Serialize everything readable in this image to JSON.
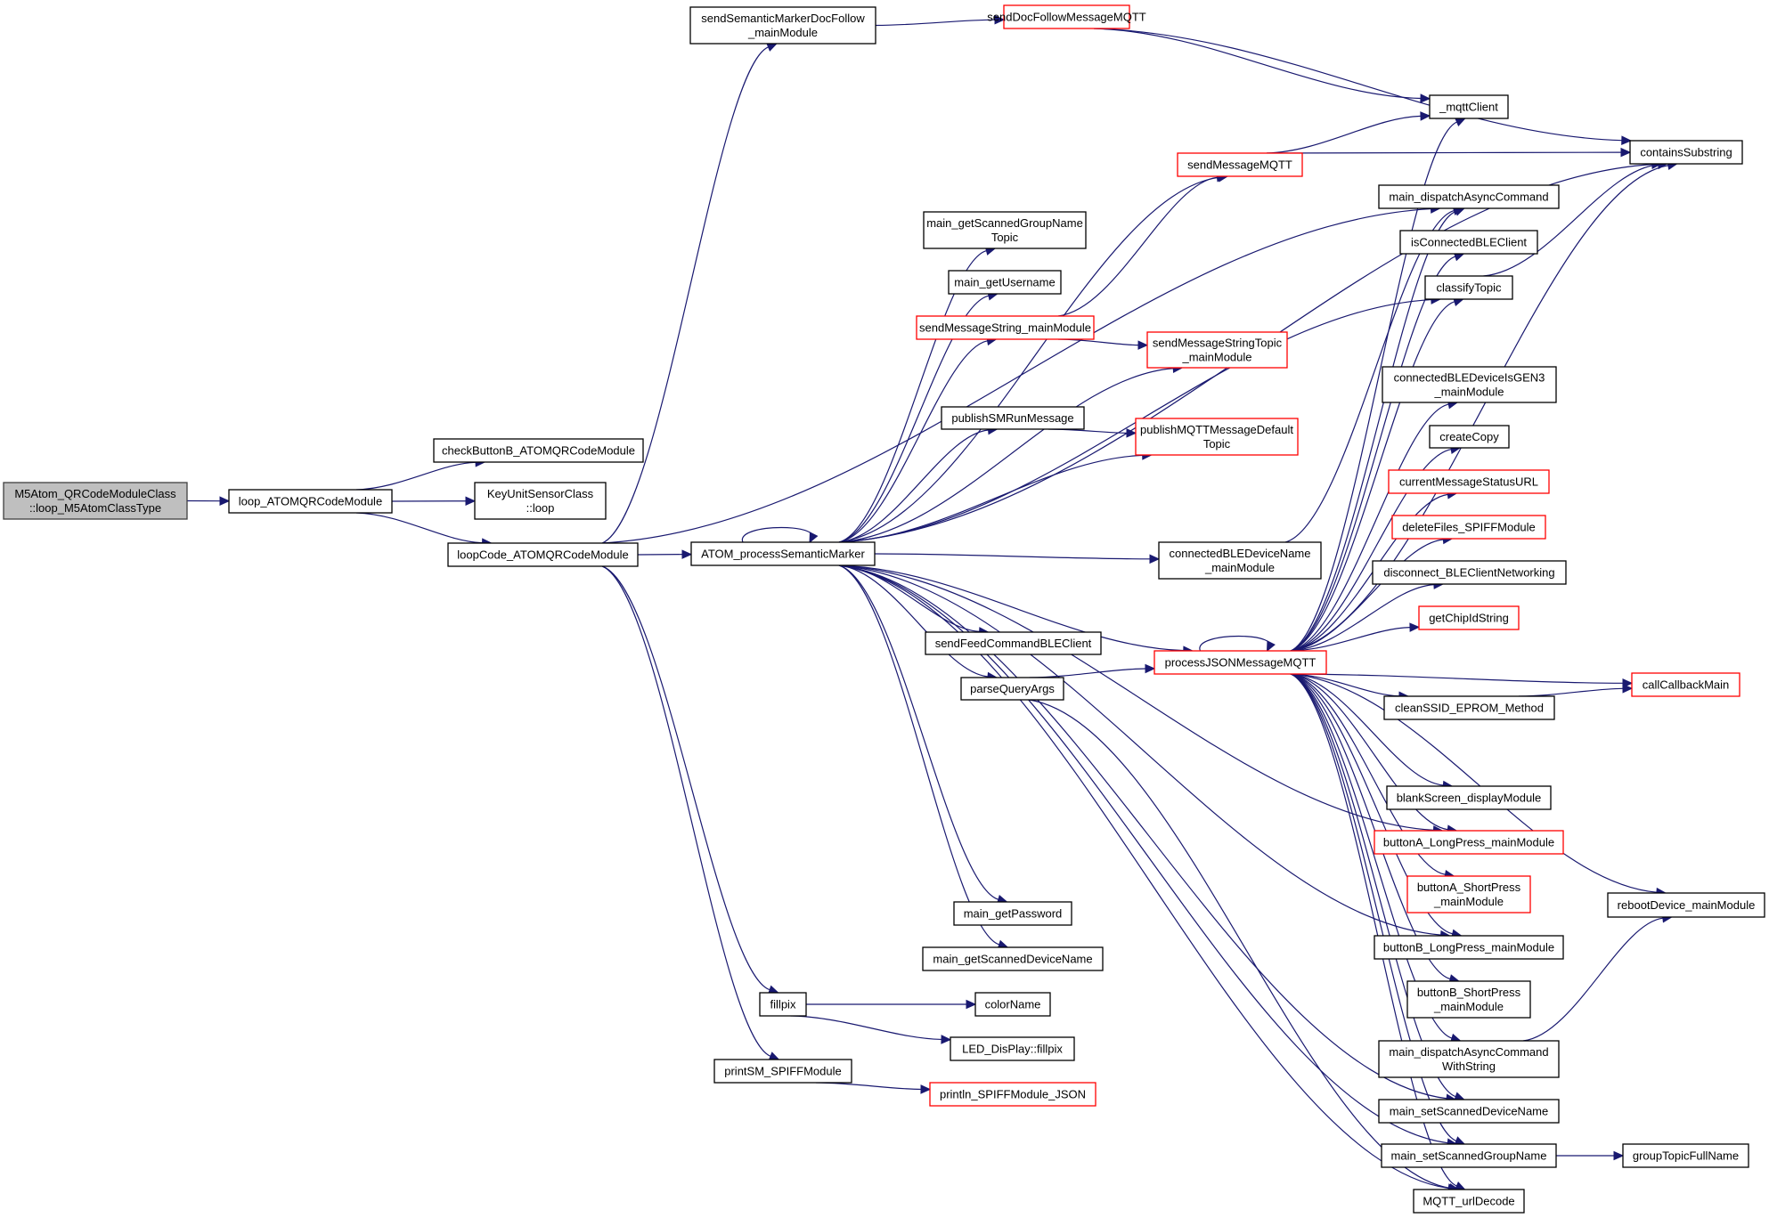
{
  "diagram": {
    "type": "doxygen-call-graph",
    "colors": {
      "edge": "#191970",
      "truncated_border": "#ff0000",
      "node_border": "#000000",
      "root_fill": "#bfbfbf"
    },
    "nodes": [
      {
        "id": "root",
        "lines": [
          "M5Atom_QRCodeModuleClass",
          "::loop_M5AtomClassType"
        ],
        "root": true
      },
      {
        "id": "loop_ATOMQRCodeModule",
        "lines": [
          "loop_ATOMQRCodeModule"
        ]
      },
      {
        "id": "checkButtonB_ATOMQRCodeModule",
        "lines": [
          "checkButtonB_ATOMQRCodeModule"
        ]
      },
      {
        "id": "KeyUnitSensorClass_loop",
        "lines": [
          "KeyUnitSensorClass",
          "::loop"
        ]
      },
      {
        "id": "loopCode_ATOMQRCodeModule",
        "lines": [
          "loopCode_ATOMQRCodeModule"
        ]
      },
      {
        "id": "sendSemanticMarkerDocFollow_mainModule",
        "lines": [
          "sendSemanticMarkerDocFollow",
          "_mainModule"
        ]
      },
      {
        "id": "sendDocFollowMessageMQTT",
        "lines": [
          "sendDocFollowMessageMQTT"
        ],
        "truncated": true
      },
      {
        "id": "ATOM_processSemanticMarker",
        "lines": [
          "ATOM_processSemanticMarker"
        ]
      },
      {
        "id": "sendMessageMQTT",
        "lines": [
          "sendMessageMQTT"
        ],
        "truncated": true
      },
      {
        "id": "main_getScannedGroupNameTopic",
        "lines": [
          "main_getScannedGroupName",
          "Topic"
        ]
      },
      {
        "id": "main_getUsername",
        "lines": [
          "main_getUsername"
        ]
      },
      {
        "id": "sendMessageString_mainModule",
        "lines": [
          "sendMessageString_mainModule"
        ],
        "truncated": true
      },
      {
        "id": "sendMessageStringTopic_mainModule",
        "lines": [
          "sendMessageStringTopic",
          "_mainModule"
        ],
        "truncated": true
      },
      {
        "id": "publishSMRunMessage",
        "lines": [
          "publishSMRunMessage"
        ]
      },
      {
        "id": "publishMQTTMessageDefaultTopic",
        "lines": [
          "publishMQTTMessageDefault",
          "Topic"
        ],
        "truncated": true
      },
      {
        "id": "connectedBLEDeviceName_mainModule",
        "lines": [
          "connectedBLEDeviceName",
          "_mainModule"
        ]
      },
      {
        "id": "sendFeedCommandBLEClient",
        "lines": [
          "sendFeedCommandBLEClient"
        ]
      },
      {
        "id": "parseQueryArgs",
        "lines": [
          "parseQueryArgs"
        ]
      },
      {
        "id": "processJSONMessageMQTT",
        "lines": [
          "processJSONMessageMQTT"
        ],
        "truncated": true
      },
      {
        "id": "main_getPassword",
        "lines": [
          "main_getPassword"
        ]
      },
      {
        "id": "main_getScannedDeviceName",
        "lines": [
          "main_getScannedDeviceName"
        ]
      },
      {
        "id": "fillpix",
        "lines": [
          "fillpix"
        ]
      },
      {
        "id": "colorName",
        "lines": [
          "colorName"
        ]
      },
      {
        "id": "LED_DisPlay_fillpix",
        "lines": [
          "LED_DisPlay::fillpix"
        ]
      },
      {
        "id": "printSM_SPIFFModule",
        "lines": [
          "printSM_SPIFFModule"
        ]
      },
      {
        "id": "println_SPIFFModule_JSON",
        "lines": [
          "println_SPIFFModule_JSON"
        ],
        "truncated": true
      },
      {
        "id": "_mqttClient",
        "lines": [
          "_mqttClient"
        ]
      },
      {
        "id": "containsSubstring",
        "lines": [
          "containsSubstring"
        ]
      },
      {
        "id": "main_dispatchAsyncCommand",
        "lines": [
          "main_dispatchAsyncCommand"
        ]
      },
      {
        "id": "isConnectedBLEClient",
        "lines": [
          "isConnectedBLEClient"
        ]
      },
      {
        "id": "classifyTopic",
        "lines": [
          "classifyTopic"
        ]
      },
      {
        "id": "connectedBLEDeviceIsGEN3_mainModule",
        "lines": [
          "connectedBLEDeviceIsGEN3",
          "_mainModule"
        ]
      },
      {
        "id": "createCopy",
        "lines": [
          "createCopy"
        ]
      },
      {
        "id": "currentMessageStatusURL",
        "lines": [
          "currentMessageStatusURL"
        ],
        "truncated": true
      },
      {
        "id": "deleteFiles_SPIFFModule",
        "lines": [
          "deleteFiles_SPIFFModule"
        ],
        "truncated": true
      },
      {
        "id": "disconnect_BLEClientNetworking",
        "lines": [
          "disconnect_BLEClientNetworking"
        ]
      },
      {
        "id": "getChipIdString",
        "lines": [
          "getChipIdString"
        ],
        "truncated": true
      },
      {
        "id": "callCallbackMain",
        "lines": [
          "callCallbackMain"
        ],
        "truncated": true
      },
      {
        "id": "cleanSSID_EPROM_Method",
        "lines": [
          "cleanSSID_EPROM_Method"
        ]
      },
      {
        "id": "blankScreen_displayModule",
        "lines": [
          "blankScreen_displayModule"
        ]
      },
      {
        "id": "buttonA_LongPress_mainModule",
        "lines": [
          "buttonA_LongPress_mainModule"
        ],
        "truncated": true
      },
      {
        "id": "buttonA_ShortPress_mainModule",
        "lines": [
          "buttonA_ShortPress",
          "_mainModule"
        ],
        "truncated": true
      },
      {
        "id": "rebootDevice_mainModule",
        "lines": [
          "rebootDevice_mainModule"
        ]
      },
      {
        "id": "buttonB_LongPress_mainModule",
        "lines": [
          "buttonB_LongPress_mainModule"
        ]
      },
      {
        "id": "buttonB_ShortPress_mainModule",
        "lines": [
          "buttonB_ShortPress",
          "_mainModule"
        ]
      },
      {
        "id": "main_dispatchAsyncCommandWithString",
        "lines": [
          "main_dispatchAsyncCommand",
          "WithString"
        ]
      },
      {
        "id": "main_setScannedDeviceName",
        "lines": [
          "main_setScannedDeviceName"
        ]
      },
      {
        "id": "main_setScannedGroupName",
        "lines": [
          "main_setScannedGroupName"
        ]
      },
      {
        "id": "groupTopicFullName",
        "lines": [
          "groupTopicFullName"
        ]
      },
      {
        "id": "MQTT_urlDecode",
        "lines": [
          "MQTT_urlDecode"
        ]
      }
    ],
    "edges": [
      [
        "root",
        "loop_ATOMQRCodeModule"
      ],
      [
        "loop_ATOMQRCodeModule",
        "checkButtonB_ATOMQRCodeModule"
      ],
      [
        "loop_ATOMQRCodeModule",
        "KeyUnitSensorClass_loop"
      ],
      [
        "loop_ATOMQRCodeModule",
        "loopCode_ATOMQRCodeModule"
      ],
      [
        "loopCode_ATOMQRCodeModule",
        "sendSemanticMarkerDocFollow_mainModule"
      ],
      [
        "loopCode_ATOMQRCodeModule",
        "ATOM_processSemanticMarker"
      ],
      [
        "loopCode_ATOMQRCodeModule",
        "main_dispatchAsyncCommand"
      ],
      [
        "loopCode_ATOMQRCodeModule",
        "fillpix"
      ],
      [
        "loopCode_ATOMQRCodeModule",
        "printSM_SPIFFModule"
      ],
      [
        "sendSemanticMarkerDocFollow_mainModule",
        "sendDocFollowMessageMQTT"
      ],
      [
        "sendDocFollowMessageMQTT",
        "_mqttClient"
      ],
      [
        "sendDocFollowMessageMQTT",
        "containsSubstring"
      ],
      [
        "ATOM_processSemanticMarker",
        "ATOM_processSemanticMarker"
      ],
      [
        "ATOM_processSemanticMarker",
        "containsSubstring"
      ],
      [
        "ATOM_processSemanticMarker",
        "sendMessageMQTT"
      ],
      [
        "ATOM_processSemanticMarker",
        "main_getScannedGroupNameTopic"
      ],
      [
        "ATOM_processSemanticMarker",
        "main_getUsername"
      ],
      [
        "ATOM_processSemanticMarker",
        "sendMessageString_mainModule"
      ],
      [
        "ATOM_processSemanticMarker",
        "sendMessageStringTopic_mainModule"
      ],
      [
        "ATOM_processSemanticMarker",
        "publishSMRunMessage"
      ],
      [
        "ATOM_processSemanticMarker",
        "publishMQTTMessageDefaultTopic"
      ],
      [
        "ATOM_processSemanticMarker",
        "classifyTopic"
      ],
      [
        "ATOM_processSemanticMarker",
        "connectedBLEDeviceName_mainModule"
      ],
      [
        "ATOM_processSemanticMarker",
        "processJSONMessageMQTT"
      ],
      [
        "ATOM_processSemanticMarker",
        "sendFeedCommandBLEClient"
      ],
      [
        "ATOM_processSemanticMarker",
        "parseQueryArgs"
      ],
      [
        "ATOM_processSemanticMarker",
        "main_getPassword"
      ],
      [
        "ATOM_processSemanticMarker",
        "main_getScannedDeviceName"
      ],
      [
        "ATOM_processSemanticMarker",
        "buttonA_LongPress_mainModule"
      ],
      [
        "ATOM_processSemanticMarker",
        "buttonB_LongPress_mainModule"
      ],
      [
        "ATOM_processSemanticMarker",
        "main_setScannedDeviceName"
      ],
      [
        "ATOM_processSemanticMarker",
        "main_setScannedGroupName"
      ],
      [
        "ATOM_processSemanticMarker",
        "MQTT_urlDecode"
      ],
      [
        "sendMessageMQTT",
        "_mqttClient"
      ],
      [
        "sendMessageMQTT",
        "containsSubstring"
      ],
      [
        "sendMessageString_mainModule",
        "sendMessageMQTT"
      ],
      [
        "sendMessageString_mainModule",
        "sendMessageStringTopic_mainModule"
      ],
      [
        "publishSMRunMessage",
        "publishMQTTMessageDefaultTopic"
      ],
      [
        "connectedBLEDeviceName_mainModule",
        "main_dispatchAsyncCommand"
      ],
      [
        "parseQueryArgs",
        "processJSONMessageMQTT"
      ],
      [
        "parseQueryArgs",
        "MQTT_urlDecode"
      ],
      [
        "processJSONMessageMQTT",
        "processJSONMessageMQTT"
      ],
      [
        "processJSONMessageMQTT",
        "_mqttClient"
      ],
      [
        "processJSONMessageMQTT",
        "main_dispatchAsyncCommand"
      ],
      [
        "processJSONMessageMQTT",
        "isConnectedBLEClient"
      ],
      [
        "processJSONMessageMQTT",
        "classifyTopic"
      ],
      [
        "processJSONMessageMQTT",
        "connectedBLEDeviceIsGEN3_mainModule"
      ],
      [
        "processJSONMessageMQTT",
        "createCopy"
      ],
      [
        "processJSONMessageMQTT",
        "currentMessageStatusURL"
      ],
      [
        "processJSONMessageMQTT",
        "deleteFiles_SPIFFModule"
      ],
      [
        "processJSONMessageMQTT",
        "disconnect_BLEClientNetworking"
      ],
      [
        "processJSONMessageMQTT",
        "getChipIdString"
      ],
      [
        "processJSONMessageMQTT",
        "callCallbackMain"
      ],
      [
        "processJSONMessageMQTT",
        "cleanSSID_EPROM_Method"
      ],
      [
        "processJSONMessageMQTT",
        "blankScreen_displayModule"
      ],
      [
        "processJSONMessageMQTT",
        "buttonA_LongPress_mainModule"
      ],
      [
        "processJSONMessageMQTT",
        "buttonA_ShortPress_mainModule"
      ],
      [
        "processJSONMessageMQTT",
        "rebootDevice_mainModule"
      ],
      [
        "processJSONMessageMQTT",
        "buttonB_LongPress_mainModule"
      ],
      [
        "processJSONMessageMQTT",
        "buttonB_ShortPress_mainModule"
      ],
      [
        "processJSONMessageMQTT",
        "main_dispatchAsyncCommandWithString"
      ],
      [
        "processJSONMessageMQTT",
        "main_setScannedDeviceName"
      ],
      [
        "processJSONMessageMQTT",
        "main_setScannedGroupName"
      ],
      [
        "processJSONMessageMQTT",
        "MQTT_urlDecode"
      ],
      [
        "processJSONMessageMQTT",
        "containsSubstring"
      ],
      [
        "classifyTopic",
        "containsSubstring"
      ],
      [
        "cleanSSID_EPROM_Method",
        "callCallbackMain"
      ],
      [
        "main_dispatchAsyncCommandWithString",
        "rebootDevice_mainModule"
      ],
      [
        "main_setScannedGroupName",
        "groupTopicFullName"
      ],
      [
        "fillpix",
        "colorName"
      ],
      [
        "fillpix",
        "LED_DisPlay_fillpix"
      ],
      [
        "printSM_SPIFFModule",
        "println_SPIFFModule_JSON"
      ]
    ]
  }
}
